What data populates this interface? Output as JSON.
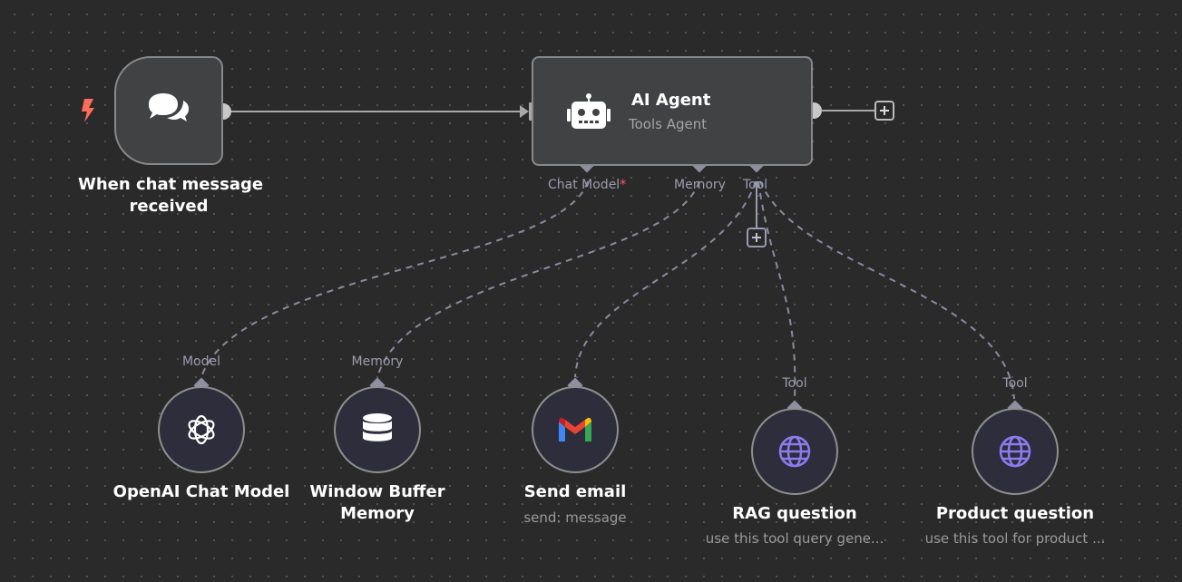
{
  "canvas": {
    "background": "#2a2a2a",
    "edge_color": "#a8a8a8",
    "dashed_edge_color": "#8a8aa0"
  },
  "trigger_node": {
    "label_line1": "When chat message",
    "label_line2": "received",
    "icon": "chat-bubbles-icon",
    "trigger_icon": "lightning-icon",
    "trigger_color": "#ff6d5a"
  },
  "agent_node": {
    "title": "AI Agent",
    "subtitle": "Tools Agent",
    "icon": "robot-icon",
    "ports": {
      "chat_model": "Chat Model",
      "required_marker": "*",
      "memory": "Memory",
      "tool": "Tool"
    }
  },
  "sub_nodes": [
    {
      "label_line1": "OpenAI Chat Model",
      "label_line2": "",
      "sublabel": "",
      "port_label": "Model",
      "icon": "openai-icon"
    },
    {
      "label_line1": "Window Buffer",
      "label_line2": "Memory",
      "sublabel": "",
      "port_label": "Memory",
      "icon": "database-icon"
    },
    {
      "label_line1": "Send email",
      "label_line2": "",
      "sublabel": "send: message",
      "port_label": "",
      "icon": "gmail-icon"
    },
    {
      "label_line1": "RAG question",
      "label_line2": "",
      "sublabel": "use this tool query gene...",
      "port_label": "Tool",
      "icon": "globe-icon",
      "icon_color": "#8c7cf0"
    },
    {
      "label_line1": "Product question",
      "label_line2": "",
      "sublabel": "use this tool for product ...",
      "port_label": "Tool",
      "icon": "globe-icon",
      "icon_color": "#8c7cf0"
    }
  ]
}
